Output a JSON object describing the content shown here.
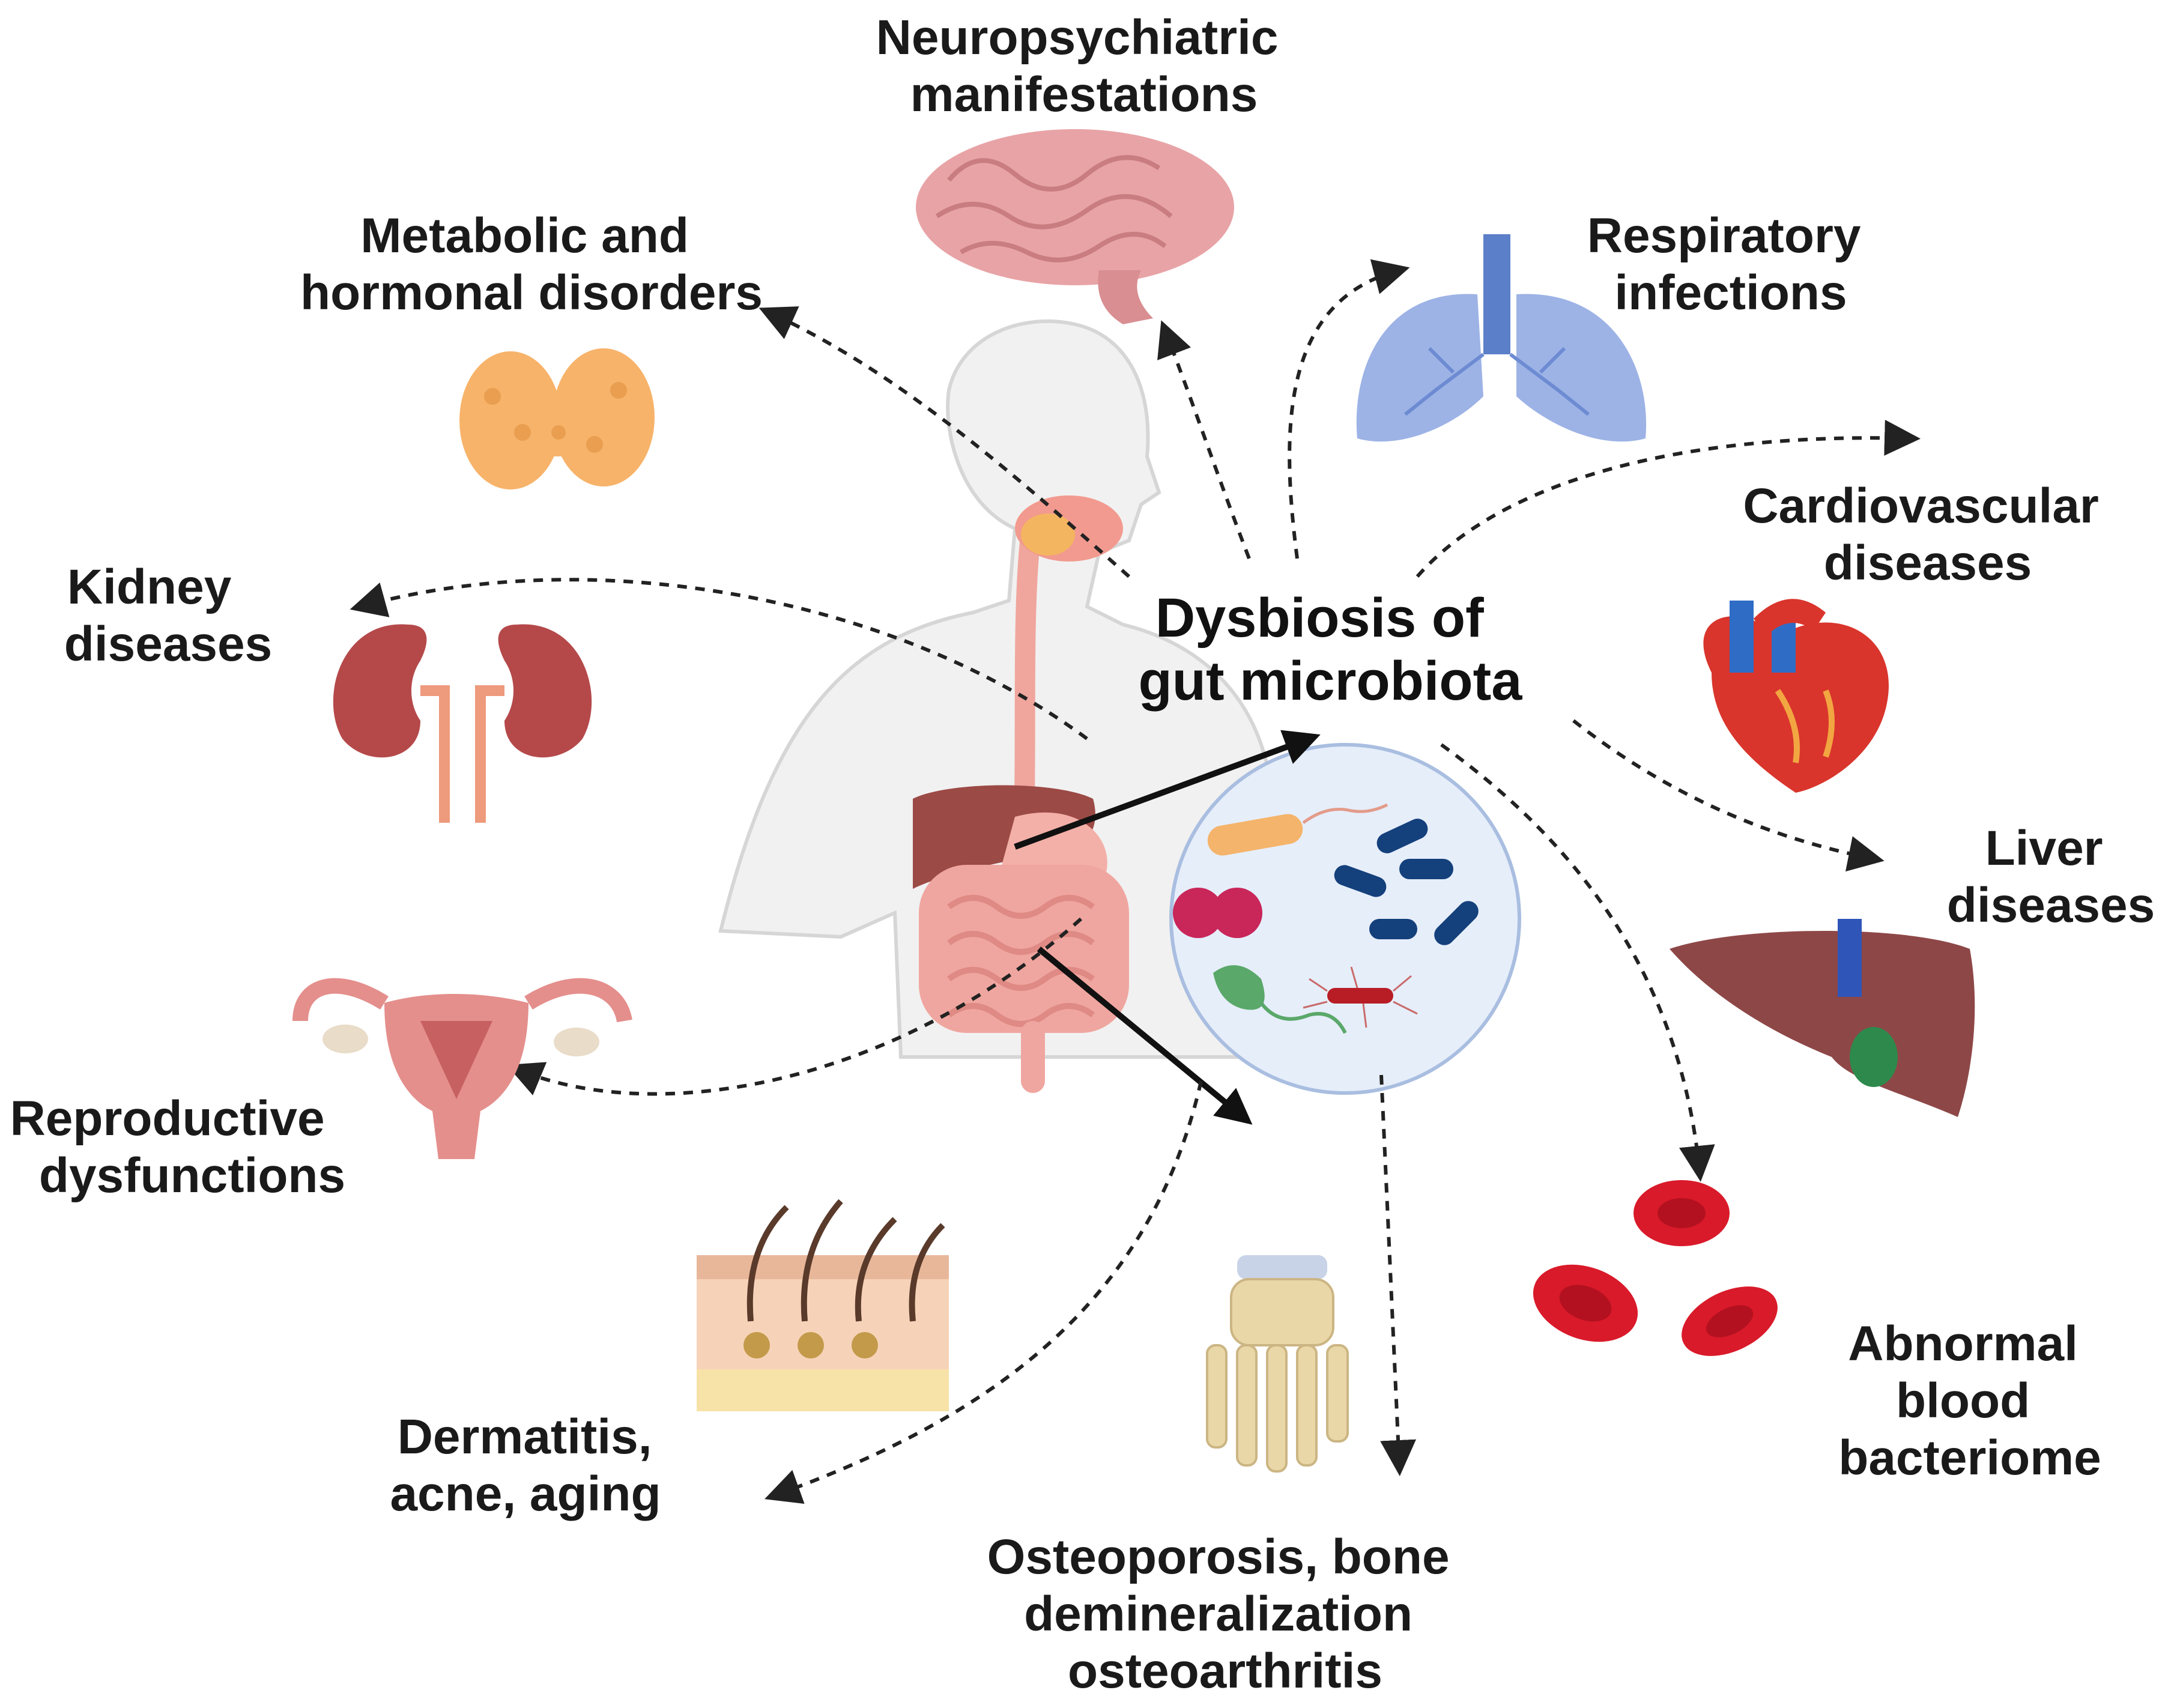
{
  "center": {
    "line1": "Dysbiosis of",
    "line2": "gut microbiota"
  },
  "labels": {
    "neuro": [
      "Neuropsychiatric",
      "manifestations"
    ],
    "metabolic": [
      "Metabolic and",
      "hormonal disorders"
    ],
    "respiratory": [
      "Respiratory",
      "infections"
    ],
    "cardio": [
      "Cardiovascular",
      "diseases"
    ],
    "kidney": [
      "Kidney",
      "diseases"
    ],
    "liver": [
      "Liver",
      "diseases"
    ],
    "reproductive": [
      "Reproductive",
      "dysfunctions"
    ],
    "blood": [
      "Abnormal",
      "blood",
      "bacteriome"
    ],
    "dermatitis": [
      "Dermatitis,",
      "acne, aging"
    ],
    "osteo": [
      "Osteoporosis, bone",
      "demineralization",
      "osteoarthritis"
    ]
  },
  "icons": {
    "brain": "brain-icon",
    "thyroid": "thyroid-icon",
    "lungs": "lungs-icon",
    "heart": "heart-icon",
    "kidneys": "kidneys-icon",
    "liver": "liver-icon",
    "uterus": "uterus-icon",
    "blood_cells": "red-blood-cells-icon",
    "skin": "skin-layers-icon",
    "foot": "foot-bones-icon",
    "body": "human-body-icon",
    "microbiota": "microbiota-circle-icon"
  },
  "colors": {
    "brain": "#e8a3a6",
    "thyroid": "#f7b36a",
    "lungs": "#9db3e6",
    "heart": "#d9352c",
    "kidney": "#b5494a",
    "liver": "#8e4747",
    "uterus": "#e48f8c",
    "blood": "#d91a2a",
    "bone": "#ead7a8",
    "microbe_circle": "#e6eefa"
  }
}
